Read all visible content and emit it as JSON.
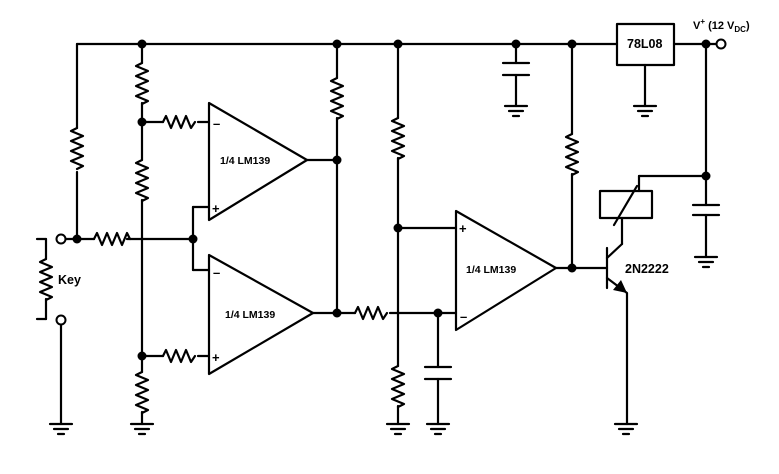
{
  "diagram": {
    "comparator_label": "1/4 LM139",
    "regulator_label": "78L08",
    "transistor_label": "2N2222",
    "key_label": "Key",
    "supply_prefix": "V",
    "supply_sup": "+",
    "supply_mid": " (12 V",
    "supply_sub": "DC",
    "supply_suffix": ")",
    "minus": "–",
    "plus": "+"
  }
}
